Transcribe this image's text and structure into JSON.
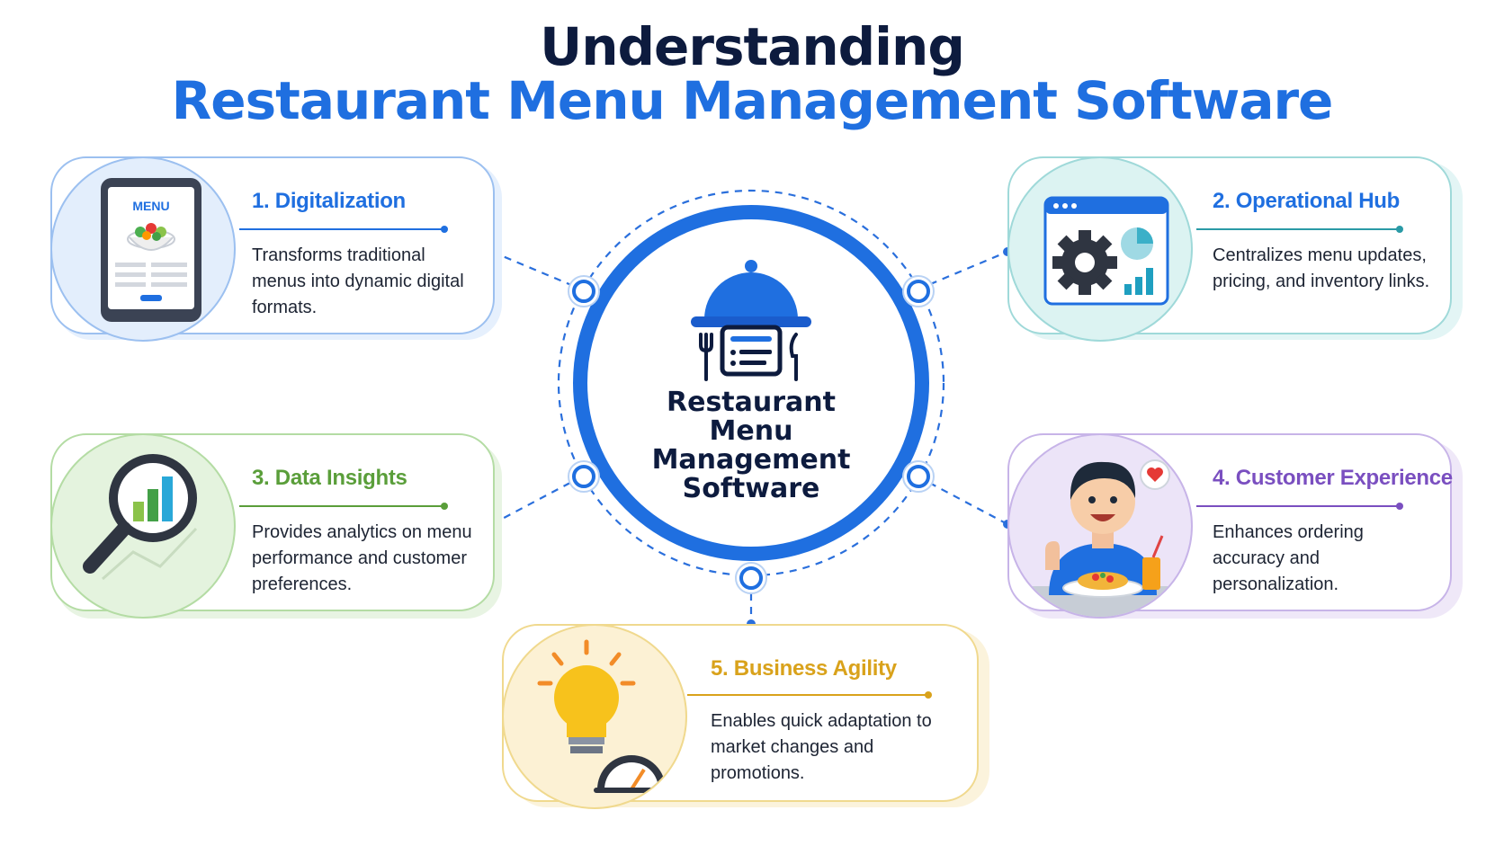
{
  "title": {
    "line1": "Understanding",
    "line2": "Restaurant Menu Management Software"
  },
  "hub": {
    "lines": [
      "Restaurant",
      "Menu",
      "Management",
      "Software"
    ]
  },
  "cards": [
    {
      "title": "1. Digitalization",
      "desc": "Transforms traditional menus into dynamic digital formats.",
      "icon": "tablet-menu-icon",
      "tablet_label": "MENU"
    },
    {
      "title": "2. Operational Hub",
      "desc": "Centralizes menu updates, pricing, and inventory links.",
      "icon": "dashboard-gear-icon"
    },
    {
      "title": "3. Data Insights",
      "desc": "Provides analytics on menu performance and customer preferences.",
      "icon": "magnifier-chart-icon"
    },
    {
      "title": "4. Customer Experience",
      "desc": "Enhances ordering accuracy and personalization.",
      "icon": "happy-diner-icon"
    },
    {
      "title": "5. Business Agility",
      "desc": "Enables quick adaptation to market changes and promotions.",
      "icon": "lightbulb-gauge-icon"
    }
  ],
  "colors": {
    "navy": "#0d1b3e",
    "blue": "#1f6fe0",
    "teal": "#2a9aa6",
    "green": "#5a9e3a",
    "purple": "#7a4fc0",
    "gold": "#d9a21b"
  }
}
